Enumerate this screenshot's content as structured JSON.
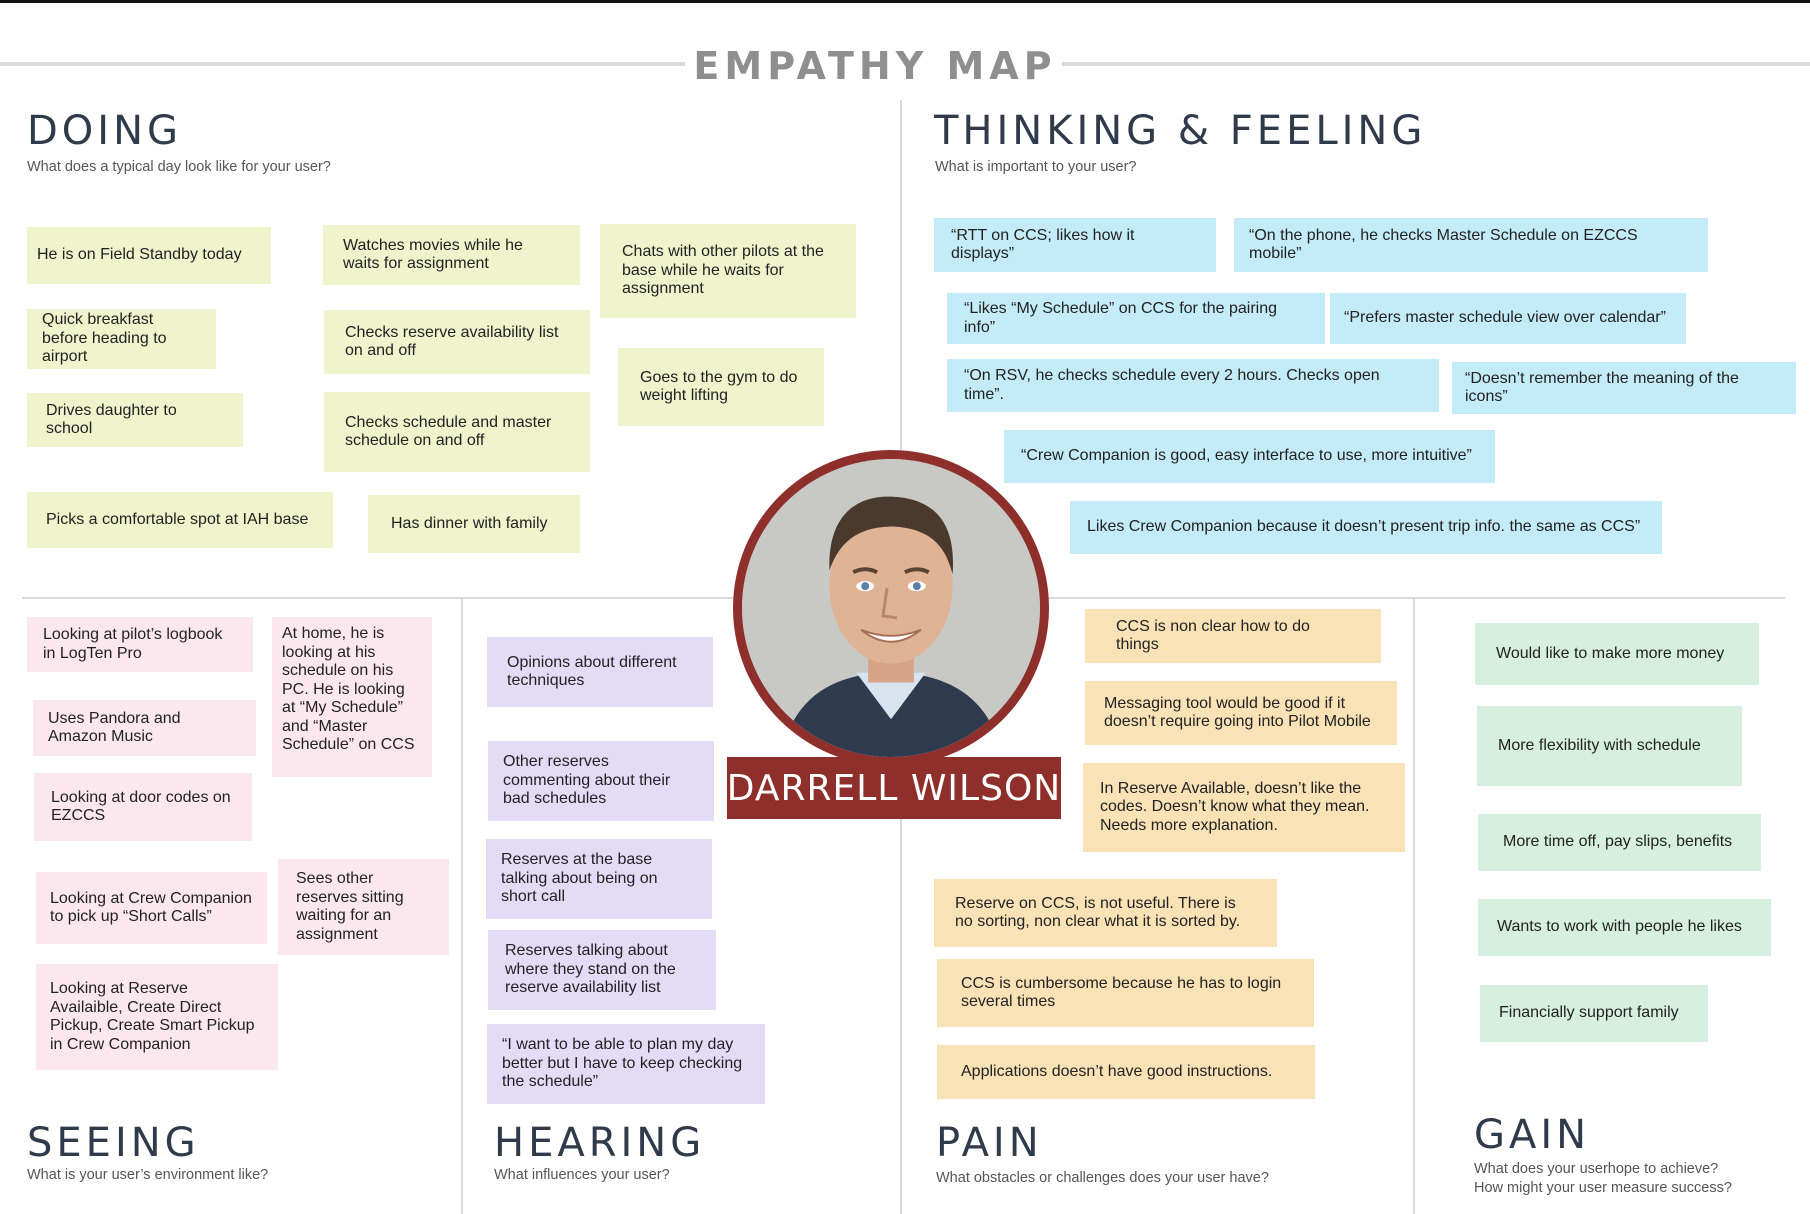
{
  "title": "EMPATHY MAP",
  "persona": {
    "name": "DARRELL WILSON"
  },
  "colors": {
    "doing_notes": "#eff4cd",
    "thinking_notes": "#c4ebf8",
    "seeing_notes": "#fbe8ef",
    "hearing_notes": "#e4dcf7",
    "pain_notes": "#fae2b7",
    "gain_notes": "#d6efdf",
    "persona_accent": "#8e2f2c"
  },
  "quadrants": {
    "doing": {
      "title": "DOING",
      "subtitle": "What does a typical day look like for your user?",
      "notes": [
        "He is on Field Standby today",
        "Watches movies while he waits for assignment",
        "Chats with other pilots at the base while he waits for assignment",
        "Quick breakfast before heading to airport",
        "Checks reserve availability list on and off",
        "Goes to the  gym to do weight lifting",
        "Drives daughter to school",
        "Checks schedule and master schedule on and off",
        "Picks a comfortable spot at IAH base",
        "Has dinner with family"
      ]
    },
    "thinking": {
      "title": "THINKING & FEELING",
      "subtitle": "What is important to your user?",
      "notes": [
        "“RTT on CCS; likes how it displays”",
        "“On the phone, he checks Master Schedule on EZCCS mobile”",
        "“Likes “My Schedule” on CCS for the pairing info”",
        "“Prefers master schedule view over calendar”",
        "“On RSV, he checks schedule every 2 hours. Checks open time”.",
        "“Doesn’t remember the meaning of the icons”",
        "“Crew Companion is good, easy interface to use, more intuitive”",
        "Likes Crew Companion because it doesn’t present trip info. the same as CCS”"
      ]
    },
    "seeing": {
      "title": "SEEING",
      "subtitle": "What is your user’s environment like?",
      "notes": [
        "Looking at pilot’s logbook in LogTen Pro",
        "At home, he is looking at his schedule on his PC. He is looking at “My Schedule” and “Master Schedule” on CCS",
        "Uses Pandora and Amazon Music",
        "Looking at door codes on EZCCS",
        "Looking at Crew Companion to pick up “Short Calls”",
        "Sees other reserves sitting waiting for an assignment",
        "Looking at Reserve Availaible, Create Direct Pickup, Create Smart Pickup in Crew  Companion"
      ]
    },
    "hearing": {
      "title": "HEARING",
      "subtitle": "What influences your user?",
      "notes": [
        "Opinions about different techniques",
        "Other reserves commenting about their bad  schedules",
        "Reserves at the base talking about being on short call",
        "Reserves talking about where they stand on the reserve availability list",
        "“I want to be able to plan my day better but I have to keep checking the schedule”"
      ]
    },
    "pain": {
      "title": "PAIN",
      "subtitle": "What obstacles or challenges does your user have?",
      "notes": [
        "CCS is non clear how to do things",
        "Messaging tool would be good if it doesn’t require going into Pilot Mobile",
        "In Reserve Available, doesn’t like the codes. Doesn’t know what they mean. Needs more explanation.",
        "Reserve on CCS, is not useful. There is no sorting, non clear what it is sorted by.",
        "CCS is cumbersome because he has to login several times",
        "Applications doesn’t have good instructions."
      ]
    },
    "gain": {
      "title": "GAIN",
      "subtitle_line1": "What does your userhope to achieve?",
      "subtitle_line2": "How might your user measure success?",
      "notes": [
        "Would like to make more money",
        "More flexibility with schedule",
        "More time off, pay slips, benefits",
        "Wants to work with people he likes",
        "Financially support family"
      ]
    }
  }
}
